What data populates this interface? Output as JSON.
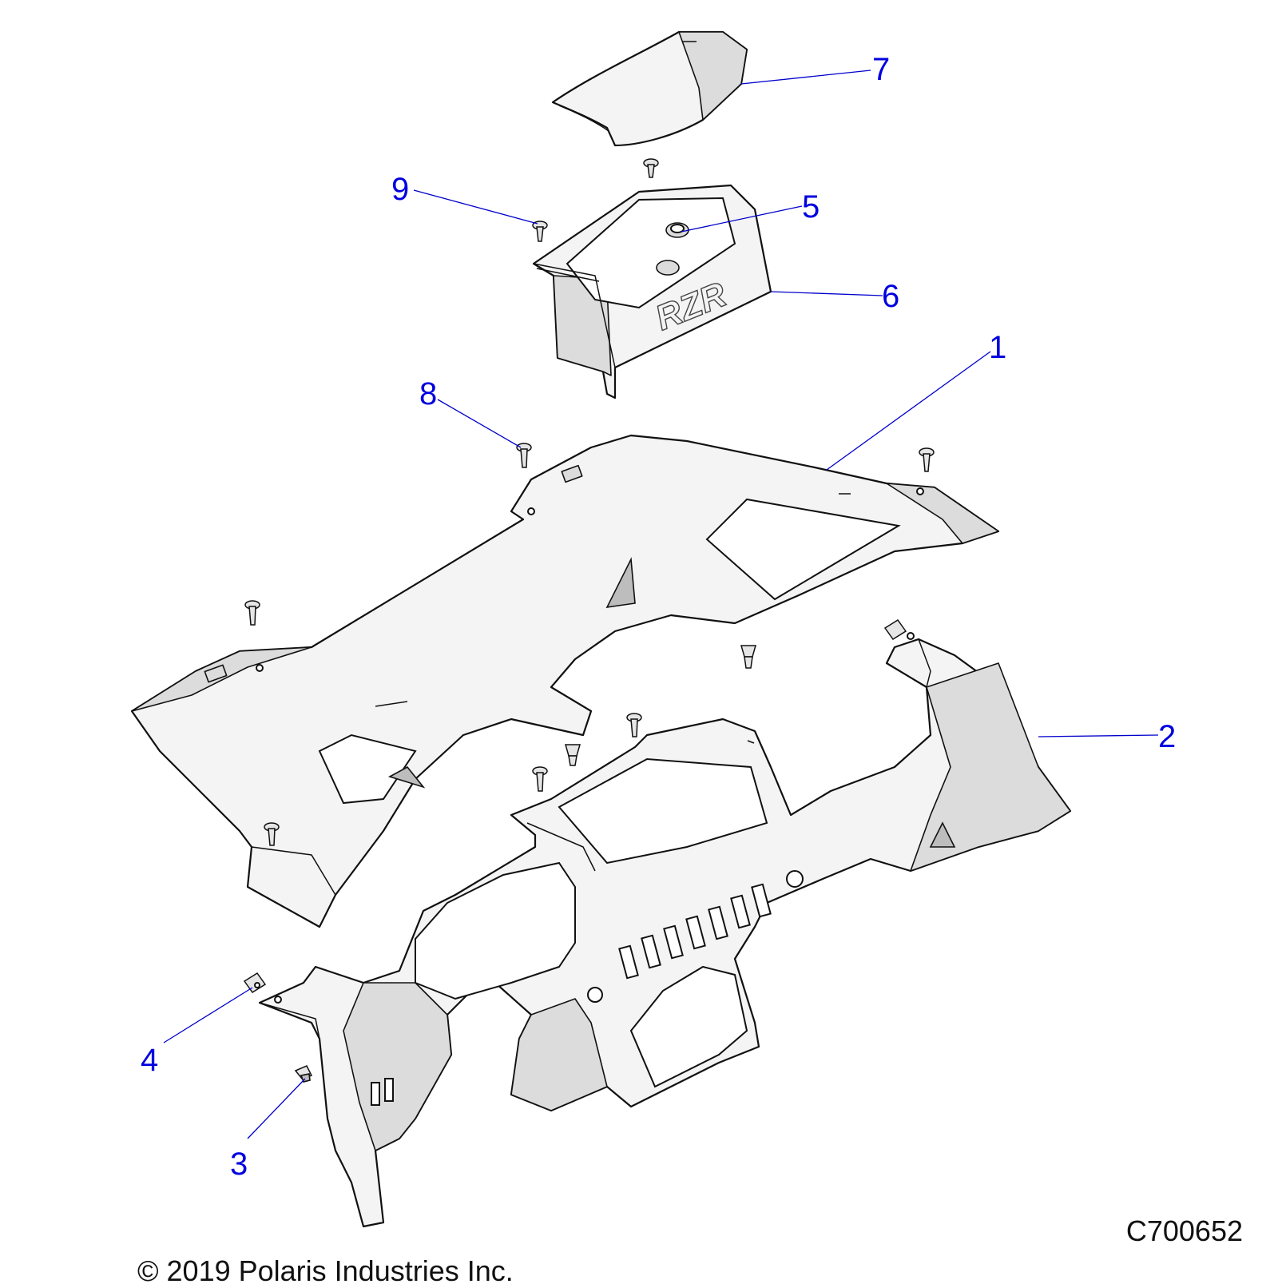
{
  "diagram": {
    "callouts": [
      {
        "id": "callout-1",
        "label": "1"
      },
      {
        "id": "callout-2",
        "label": "2"
      },
      {
        "id": "callout-3",
        "label": "3"
      },
      {
        "id": "callout-4",
        "label": "4"
      },
      {
        "id": "callout-5",
        "label": "5"
      },
      {
        "id": "callout-6",
        "label": "6"
      },
      {
        "id": "callout-7",
        "label": "7"
      },
      {
        "id": "callout-8",
        "label": "8"
      },
      {
        "id": "callout-9",
        "label": "9"
      }
    ],
    "drawing_code": "C700652",
    "copyright": "© 2019 Polaris Industries Inc.",
    "console_emblem": "RZR",
    "colors": {
      "callout": "#0000e0",
      "leader": "#0000cc",
      "linework": "#111111"
    }
  }
}
